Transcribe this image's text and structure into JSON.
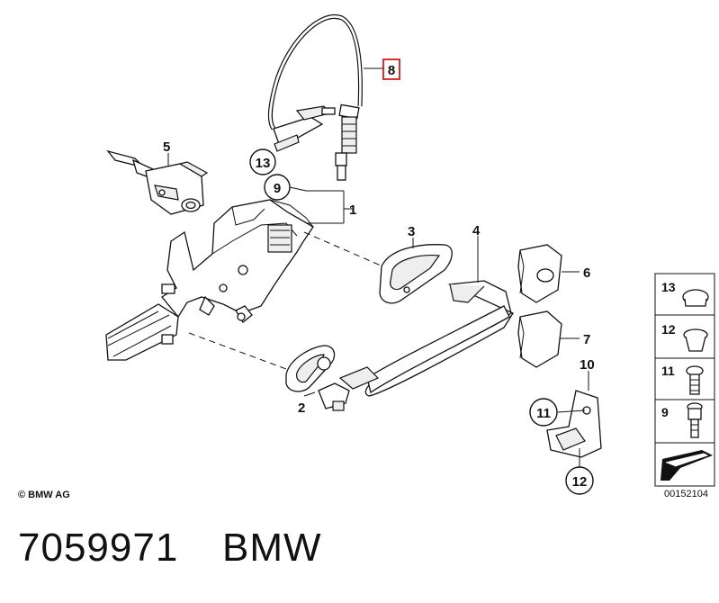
{
  "diagram": {
    "callouts": {
      "c1": "1",
      "c2": "2",
      "c3": "3",
      "c4": "4",
      "c5": "5",
      "c6": "6",
      "c7": "7",
      "c8": "8",
      "c9": "9",
      "c10": "10",
      "c11": "11",
      "c12": "12",
      "c13": "13"
    },
    "legend": {
      "items": [
        {
          "num": "13"
        },
        {
          "num": "12"
        },
        {
          "num": "11"
        },
        {
          "num": "9"
        }
      ]
    },
    "copyright": "© BMW AG",
    "diagram_id": "00152104",
    "highlight_color": "#cc0000"
  },
  "footer": {
    "part_number": "7059971",
    "brand": "BMW"
  }
}
